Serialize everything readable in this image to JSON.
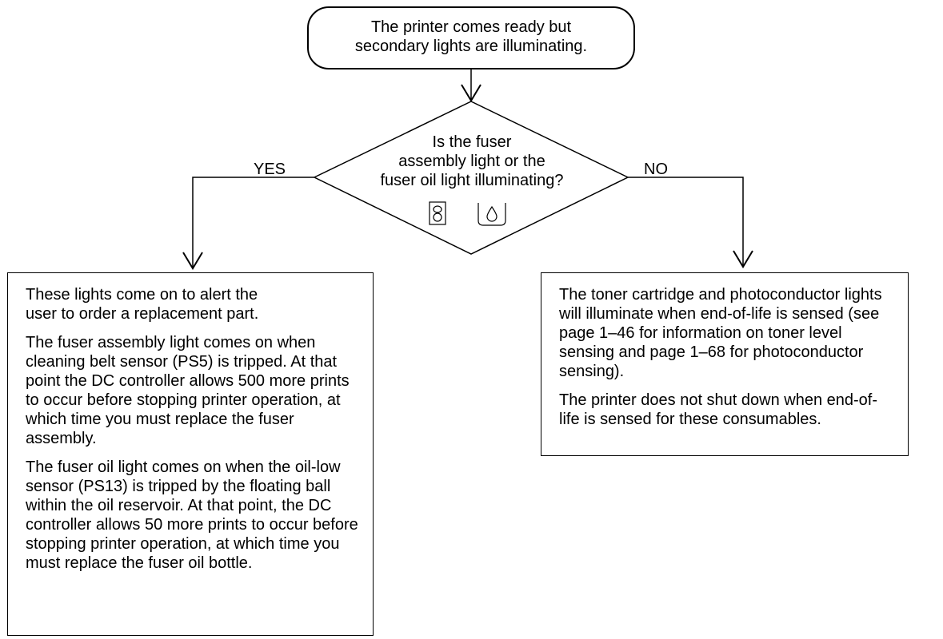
{
  "start": {
    "line1": "The printer comes ready but",
    "line2": "secondary lights are illuminating."
  },
  "decision": {
    "line1": "Is the fuser",
    "line2": "assembly light or the",
    "line3": "fuser oil light illuminating?",
    "icons": [
      "fuser-assembly-icon",
      "fuser-oil-drop-icon"
    ]
  },
  "branches": {
    "yes_label": "YES",
    "no_label": "NO"
  },
  "yes_box": {
    "paragraphs": [
      "These lights come on to alert the user to order a replacement part.",
      "The fuser assembly light comes on when cleaning belt sensor (PS5) is tripped.  At that point the DC controller allows 500 more prints to occur before stopping printer operation, at which time you must replace the fuser assembly.",
      "The fuser oil light comes on when the oil-low sensor (PS13) is tripped by the floating ball within the oil reservoir.  At that point, the DC controller allows 50 more prints to occur before stopping printer operation, at which time you must replace the fuser oil bottle."
    ]
  },
  "no_box": {
    "paragraphs": [
      "The toner cartridge and photoconductor lights will illuminate when end-of-life is sensed (see page 1–46 for information on toner level sensing and page 1–68 for photoconductor sensing).",
      "The printer does not shut down when end-of-life is sensed for these consumables."
    ]
  }
}
